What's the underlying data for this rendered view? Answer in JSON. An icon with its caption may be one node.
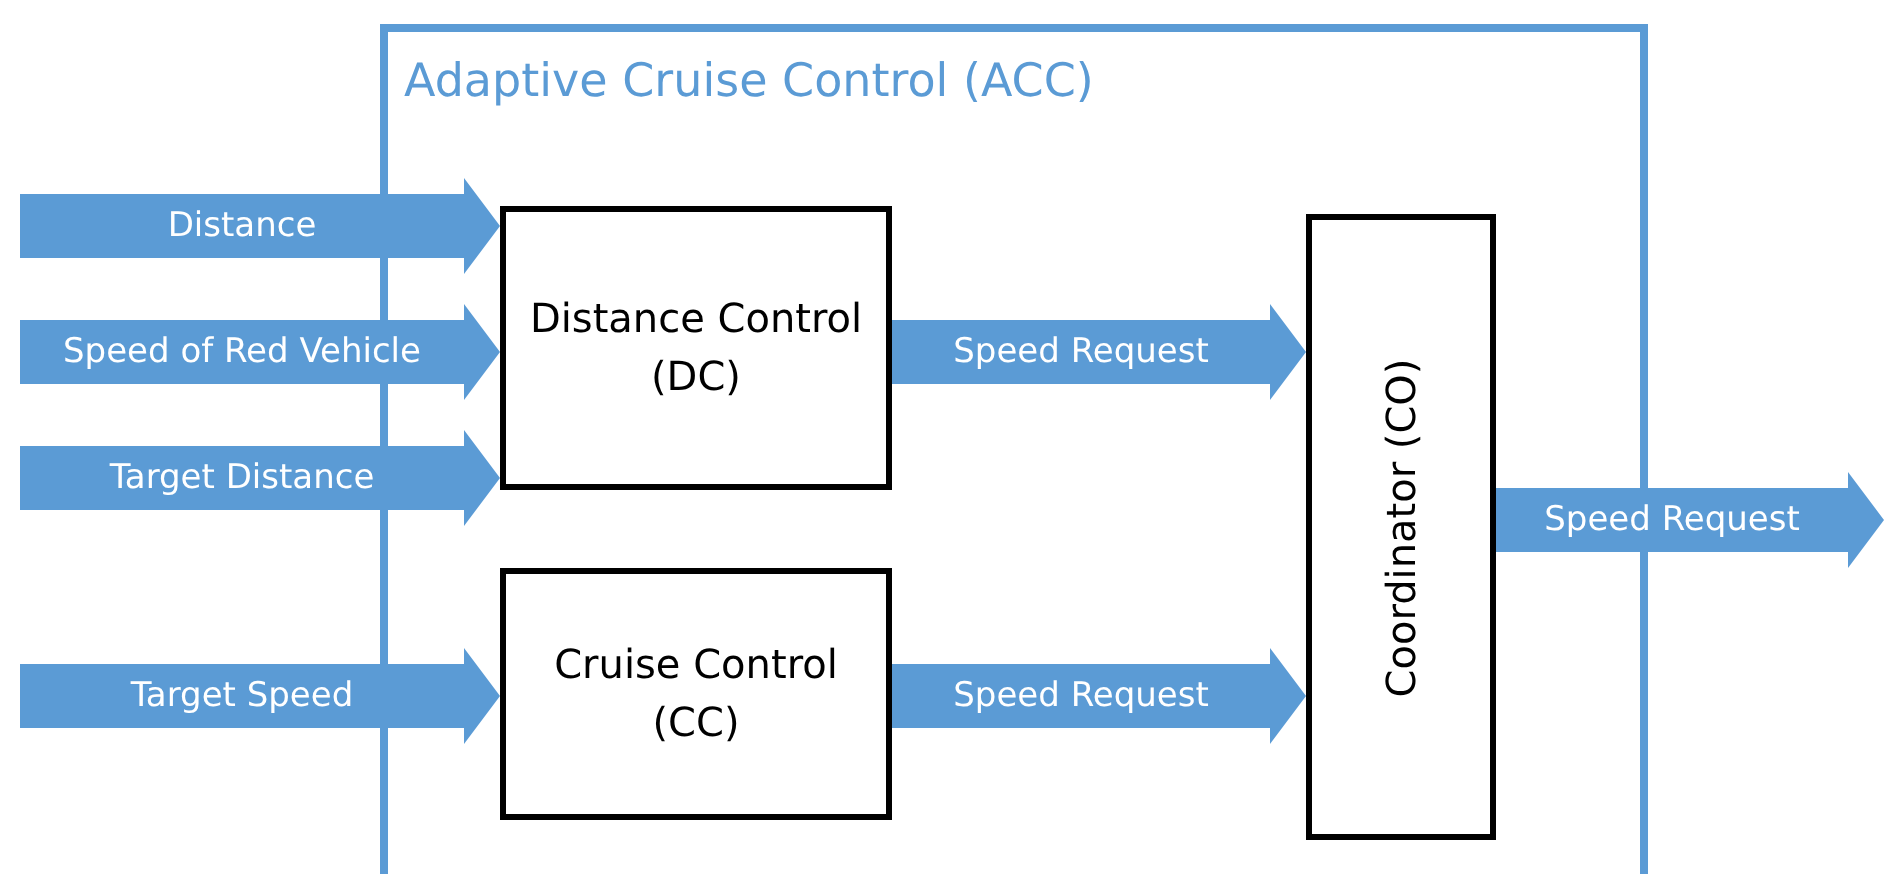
{
  "diagram": {
    "nodes": [
      {
        "text": [
          "Adaptive Cruise Control (ACC)"
        ]
      },
      {
        "text": [
          "Distance Control (DC)"
        ],
        "in": 0
      },
      {
        "text": [
          "Cruise Control (CC)"
        ],
        "in": 0
      },
      {
        "text": [
          "Coordinator (CO)"
        ],
        "in": 0
      }
    ],
    "edges": [
      {
        "from": null,
        "to": 1,
        "arrow": "to",
        "label": "Distance"
      },
      {
        "from": null,
        "to": 1,
        "arrow": "to",
        "label": "Speed of Red Vehicle"
      },
      {
        "from": null,
        "to": 1,
        "arrow": "to",
        "label": "Target Distance"
      },
      {
        "from": null,
        "to": 2,
        "arrow": "to",
        "label": "Target Speed"
      },
      {
        "from": 1,
        "to": 3,
        "arrow": "to",
        "label": "Speed Request"
      },
      {
        "from": 2,
        "to": 3,
        "arrow": "to",
        "label": "Speed Request"
      },
      {
        "from": 3,
        "to": null,
        "arrow": "to",
        "label": "Speed Request"
      }
    ]
  }
}
